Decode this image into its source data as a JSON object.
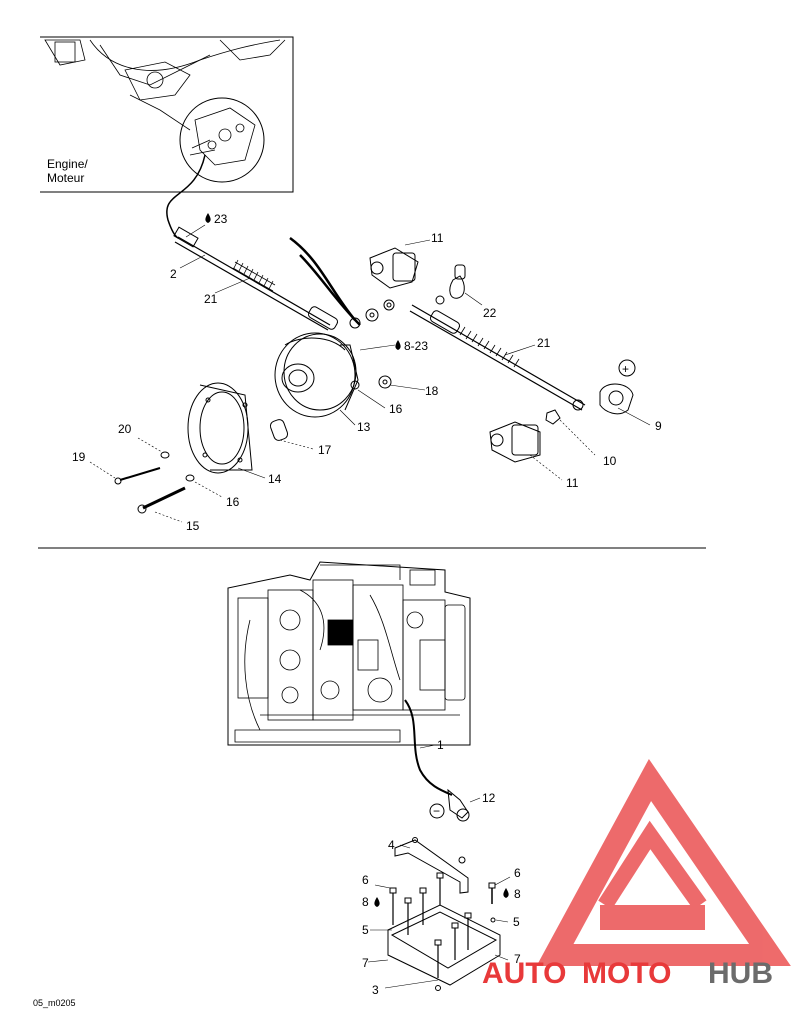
{
  "inset": {
    "label_line1": "Engine/",
    "label_line2": "Moteur"
  },
  "callouts": {
    "c23a": "23",
    "c11a": "11",
    "c2": "2",
    "c21a": "21",
    "c22": "22",
    "c21b": "21",
    "c823": "8-23",
    "c18": "18",
    "c16a": "16",
    "c13": "13",
    "c9": "9",
    "c20": "20",
    "c17": "17",
    "c10": "10",
    "c19": "19",
    "c14": "14",
    "c11b": "11",
    "c16b": "16",
    "c15": "15",
    "c1": "1",
    "c12": "12",
    "c4": "4",
    "c6a": "6",
    "c6b": "6",
    "c8a": "8",
    "c8b": "8",
    "c5a": "5",
    "c5b": "5",
    "c7a": "7",
    "c7b": "7",
    "c3": "3"
  },
  "symbols": {
    "plus": "+",
    "minus": "−"
  },
  "footer": {
    "code": "05_m0205"
  },
  "watermark": {
    "part1": "AUTO",
    "part2": "MOTO",
    "part3": "HUB",
    "color_red": "#e8393a",
    "color_dark": "#6b6b6b"
  }
}
